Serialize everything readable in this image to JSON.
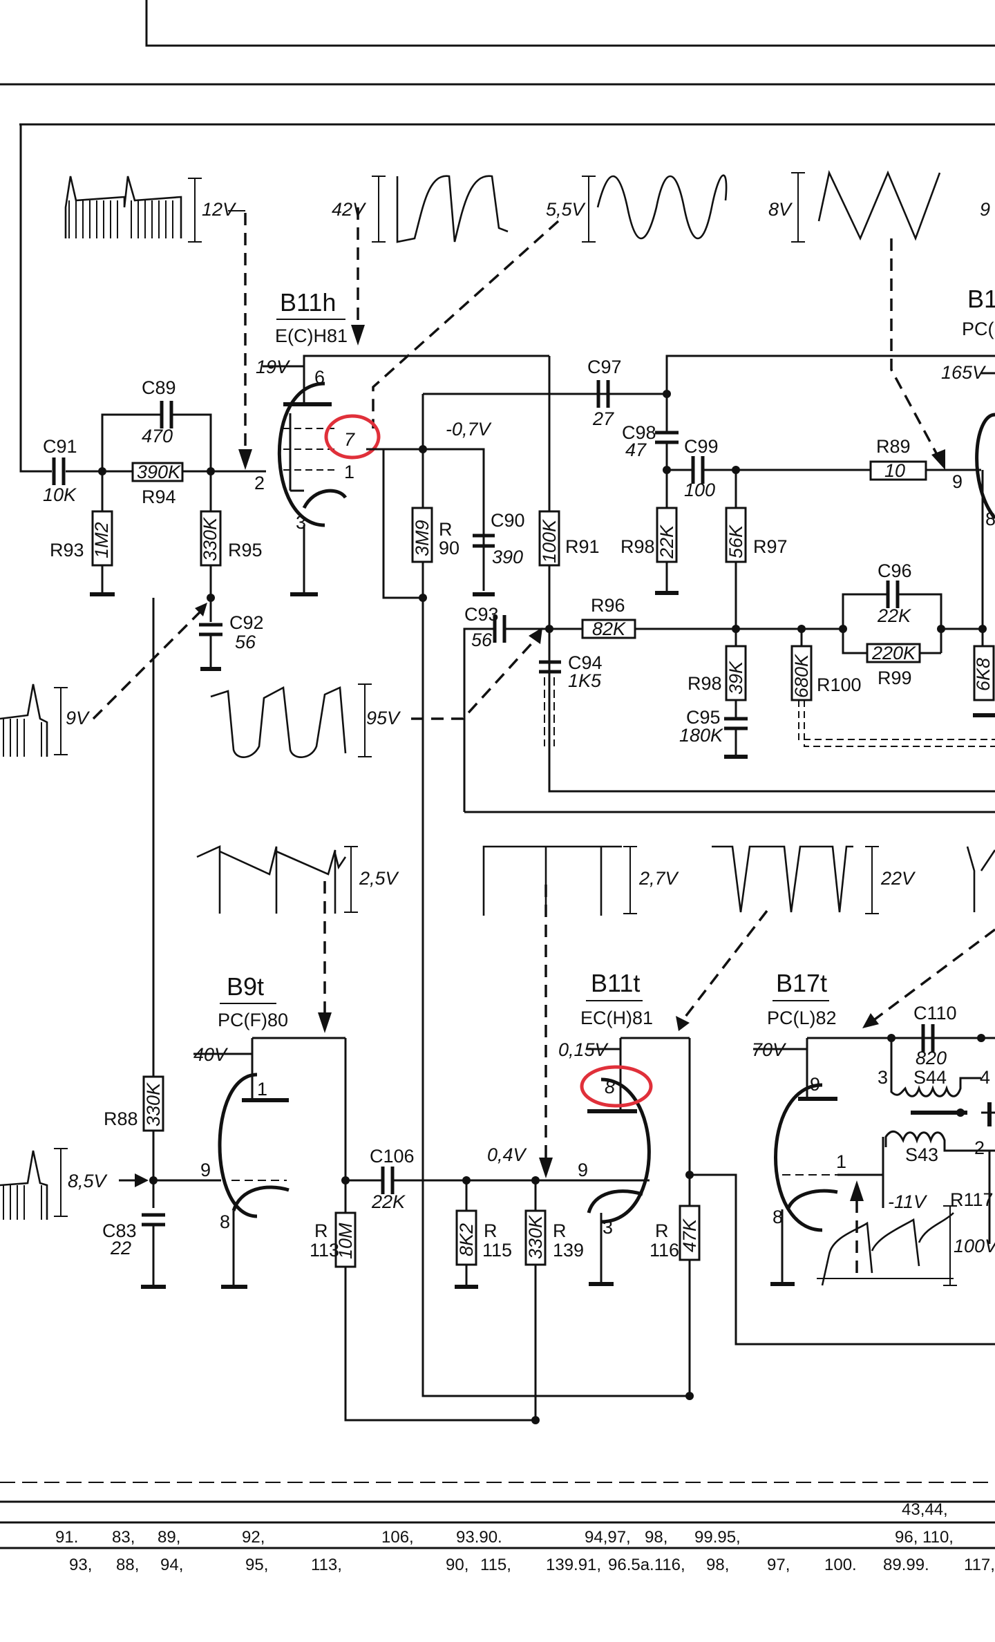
{
  "tubes": {
    "b11h": {
      "name": "B11h",
      "type": "E(C)H81",
      "pins": [
        "6",
        "2",
        "3",
        "1"
      ],
      "marked_pin": "7"
    },
    "b1x": {
      "name": "B1",
      "type": "PC("
    },
    "b9t": {
      "name": "B9t",
      "type": "PC(F)80",
      "pins": [
        "1",
        "9",
        "8"
      ]
    },
    "b11t": {
      "name": "B11t",
      "type": "EC(H)81",
      "pins": [
        "9",
        "3"
      ],
      "marked_pin": "8"
    },
    "b17t": {
      "name": "B17t",
      "type": "PC(L)82",
      "pins": [
        "9",
        "3",
        "1",
        "8",
        "2",
        "4"
      ]
    }
  },
  "components": {
    "c91": {
      "ref": "C91",
      "value": "10K"
    },
    "c89": {
      "ref": "C89",
      "value": "470"
    },
    "r94": {
      "ref": "R94",
      "value": "390K"
    },
    "r93": {
      "ref": "R93",
      "value": "1M2"
    },
    "r95": {
      "ref": "R95",
      "value": "330K"
    },
    "c92": {
      "ref": "C92",
      "value": "56"
    },
    "r90": {
      "ref": "R",
      "ref2": "90",
      "value": "3M9"
    },
    "c90": {
      "ref": "C90",
      "value": "390"
    },
    "r91": {
      "ref": "R91",
      "value": "100K"
    },
    "c97": {
      "ref": "C97",
      "value": "27"
    },
    "c98": {
      "ref": "C98",
      "value": "47"
    },
    "c99": {
      "ref": "C99",
      "value": "100"
    },
    "r89": {
      "ref": "R89",
      "value": "10"
    },
    "r98a": {
      "ref": "R98",
      "value": "22K"
    },
    "r97": {
      "ref": "R97",
      "value": "56K"
    },
    "c93": {
      "ref": "C93",
      "value": "56"
    },
    "c94": {
      "ref": "C94",
      "value": "1K5"
    },
    "r96": {
      "ref": "R96",
      "value": "82K"
    },
    "c96": {
      "ref": "C96",
      "value": "22K"
    },
    "r99": {
      "ref": "R99",
      "value": "220K"
    },
    "r98b": {
      "ref": "R98",
      "value": "39K"
    },
    "c95": {
      "ref": "C95",
      "value": "180K"
    },
    "r100": {
      "ref": "R100",
      "value": "680K"
    },
    "r_right": {
      "value": "6K8"
    },
    "r88": {
      "ref": "R88",
      "value": "330K"
    },
    "c83": {
      "ref": "C83",
      "value": "22"
    },
    "r113": {
      "ref": "R",
      "ref2": "113",
      "value": "10M"
    },
    "c106": {
      "ref": "C106",
      "value": "22K"
    },
    "r115": {
      "ref": "R",
      "ref2": "115",
      "value": "8K2"
    },
    "r139": {
      "ref": "R",
      "ref2": "139",
      "value": "330K"
    },
    "r116": {
      "ref": "R",
      "ref2": "116",
      "value": "47K"
    },
    "c110": {
      "ref": "C110",
      "value": "820"
    },
    "s44": {
      "ref": "S44"
    },
    "s43": {
      "ref": "S43"
    },
    "r117": {
      "ref": "R117"
    }
  },
  "voltages": {
    "v12": "12V",
    "v42": "42V",
    "v55": "5,5V",
    "v8": "8V",
    "v9x": "9",
    "v19": "19V",
    "v07": "-0,7V",
    "v165": "165V",
    "v9": "9V",
    "v95": "95V",
    "v25": "2,5V",
    "v27": "2,7V",
    "v22": "22V",
    "v40": "40V",
    "v015": "0,15V",
    "v70": "70V",
    "v85": "8,5V",
    "v04": "0,4V",
    "v11": "-11V",
    "v100": "100V"
  },
  "node_pins": {
    "p9": "9",
    "p8": "8"
  },
  "table": {
    "row0": [
      "43,44,"
    ],
    "row1": [
      "91.",
      "83,",
      "89,",
      "92,",
      "106,",
      "93.90.",
      "94,97,",
      "98,",
      "99.95,",
      "96, 110,"
    ],
    "row2": [
      "93,",
      "88,",
      "94,",
      "95,",
      "113,",
      "90,",
      "115,",
      "139.91,",
      "96.5a.116,",
      "98,",
      "97,",
      "100.",
      "89.99.",
      "117,"
    ]
  },
  "colors": {
    "ink": "#111111",
    "mark": "#e0303a",
    "paper": "#ffffff"
  }
}
